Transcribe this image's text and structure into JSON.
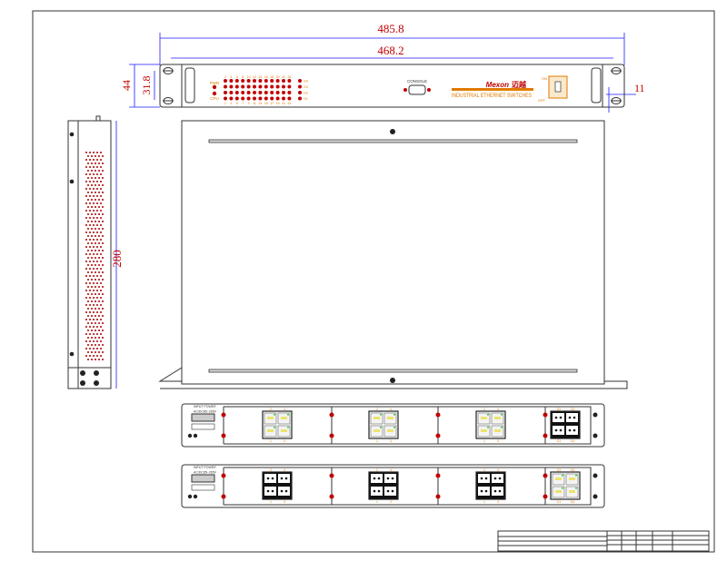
{
  "dimensions": {
    "overall_width": "485.8",
    "inner_width": "468.2",
    "height_outer": "44",
    "height_inner": "31.8",
    "ear_offset": "11",
    "depth": "280"
  },
  "front_panel": {
    "pwr_label": "PWR",
    "cpu_label": "CPU",
    "top_port_numbers": [
      "2",
      "4",
      "6",
      "8",
      "10",
      "12",
      "14",
      "16",
      "18",
      "20",
      "22",
      "24"
    ],
    "bottom_port_numbers": [
      "1",
      "3",
      "5",
      "7",
      "9",
      "11",
      "13",
      "15",
      "17",
      "19",
      "21",
      "23"
    ],
    "gigabit_labels": [
      "G4",
      "G3",
      "G2",
      "G1"
    ],
    "console_label": "CONSOLE",
    "brand": "Mexon",
    "brand_cn": "迈越",
    "subtitle": "INDUSTRIAL ETHERNET SWITCHES",
    "switch_on": "ON",
    "switch_off": "OFF"
  },
  "rear_panels": [
    {
      "power_label": "INPUT POWER",
      "power_range": "AC/DC85~265V",
      "module_types": [
        "rj45",
        "rj45",
        "rj45",
        "fiber"
      ],
      "gig_labels": [
        "G2",
        "G4",
        "G1",
        "G3"
      ]
    },
    {
      "power_label": "INPUT POWER",
      "power_range": "AC/DC85~265V",
      "module_types": [
        "fiber",
        "fiber",
        "fiber",
        "rj45"
      ],
      "gig_labels": [
        "G2",
        "G4",
        "G1",
        "G3"
      ]
    }
  ],
  "colors": {
    "dimension": "#c00000",
    "accent": "#e07a00",
    "led": "#c00000",
    "dim_line": "#1a1aff"
  }
}
